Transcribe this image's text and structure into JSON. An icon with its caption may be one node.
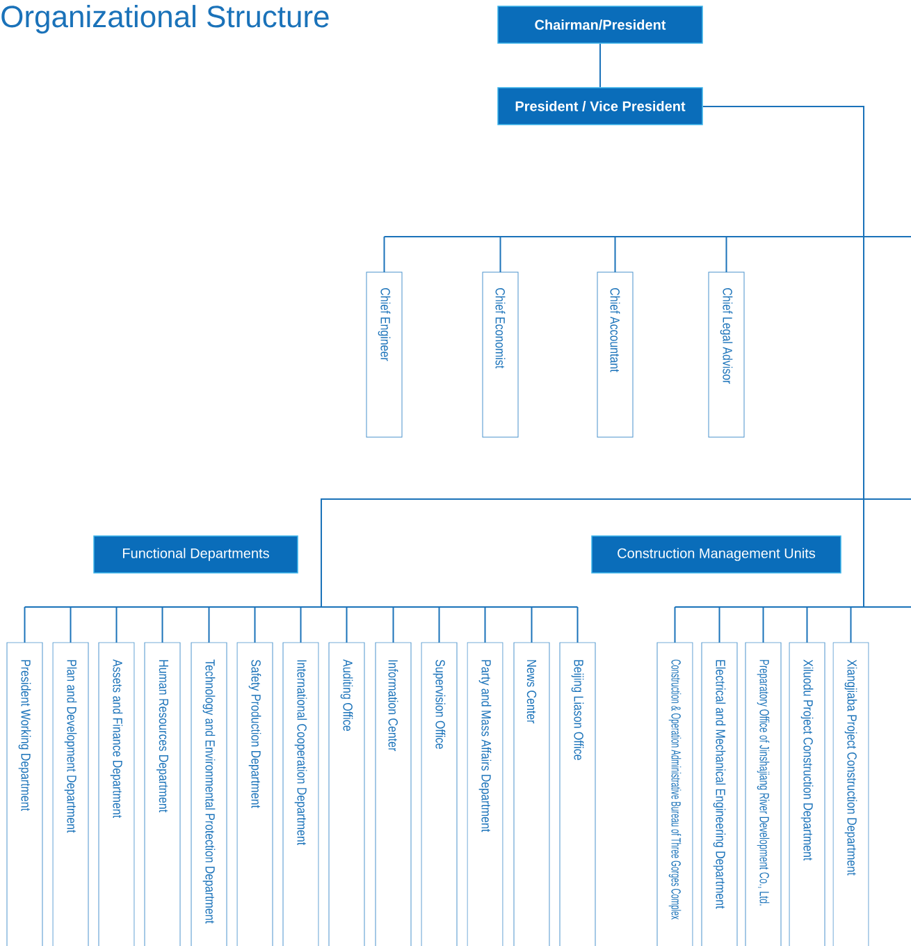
{
  "diagram": {
    "title": "Organizational Structure",
    "nodes": [
      {
        "text": [
          "Chairman/President"
        ]
      },
      {
        "text": [
          "President / Vice President"
        ]
      },
      {
        "text": [
          "Chief Engineer"
        ]
      },
      {
        "text": [
          "Chief Economist"
        ]
      },
      {
        "text": [
          "Chief Accountant"
        ]
      },
      {
        "text": [
          "Chief Legal Advisor"
        ]
      },
      {
        "text": [
          "Functional Departments"
        ]
      },
      {
        "text": [
          "Construction Management Units"
        ]
      },
      {
        "text": [
          "President Working Department"
        ]
      },
      {
        "text": [
          "Plan and Development Department"
        ]
      },
      {
        "text": [
          "Assets and Finance Department"
        ]
      },
      {
        "text": [
          "Human Resources Department"
        ]
      },
      {
        "text": [
          "Technology and Environmental Protection Department"
        ]
      },
      {
        "text": [
          "Safety Production Department"
        ]
      },
      {
        "text": [
          "International Cooperation Department"
        ]
      },
      {
        "text": [
          "Auditing Office"
        ]
      },
      {
        "text": [
          "Information Center"
        ]
      },
      {
        "text": [
          "Supervision Office"
        ]
      },
      {
        "text": [
          "Party and Mass Affairs Department"
        ]
      },
      {
        "text": [
          "News Center"
        ]
      },
      {
        "text": [
          "Beijing Liason Office"
        ]
      },
      {
        "text": [
          "Construction & Operation Administrative Bureau of Three Gorges Complex"
        ]
      },
      {
        "text": [
          "Electrical and Mechanical Engineering Department"
        ]
      },
      {
        "text": [
          "Preparatory Office of Jinshajiang River Development Co., Ltd."
        ]
      },
      {
        "text": [
          "Xiluodu Project Construction Department"
        ]
      },
      {
        "text": [
          "Xiangjiaba Project Construction Department"
        ]
      }
    ],
    "edges": [
      {
        "from": 0,
        "to": 1,
        "arrow": "none"
      },
      {
        "from": 1,
        "to": 2,
        "arrow": "none"
      },
      {
        "from": 1,
        "to": 3,
        "arrow": "none"
      },
      {
        "from": 1,
        "to": 4,
        "arrow": "none"
      },
      {
        "from": 1,
        "to": 5,
        "arrow": "none"
      },
      {
        "from": 1,
        "to": 8,
        "arrow": "none"
      },
      {
        "from": 1,
        "to": 9,
        "arrow": "none"
      },
      {
        "from": 1,
        "to": 10,
        "arrow": "none"
      },
      {
        "from": 1,
        "to": 11,
        "arrow": "none"
      },
      {
        "from": 1,
        "to": 12,
        "arrow": "none"
      },
      {
        "from": 1,
        "to": 13,
        "arrow": "none"
      },
      {
        "from": 1,
        "to": 14,
        "arrow": "none"
      },
      {
        "from": 1,
        "to": 15,
        "arrow": "none"
      },
      {
        "from": 1,
        "to": 16,
        "arrow": "none"
      },
      {
        "from": 1,
        "to": 17,
        "arrow": "none"
      },
      {
        "from": 1,
        "to": 18,
        "arrow": "none"
      },
      {
        "from": 1,
        "to": 19,
        "arrow": "none"
      },
      {
        "from": 1,
        "to": 20,
        "arrow": "none"
      },
      {
        "from": 1,
        "to": 21,
        "arrow": "none"
      },
      {
        "from": 1,
        "to": 22,
        "arrow": "none"
      },
      {
        "from": 1,
        "to": 23,
        "arrow": "none"
      },
      {
        "from": 1,
        "to": 24,
        "arrow": "none"
      },
      {
        "from": 1,
        "to": 25,
        "arrow": "none"
      },
      {
        "from": 1,
        "to": null,
        "arrow": "none"
      },
      {
        "from": 1,
        "to": null,
        "arrow": "none"
      },
      {
        "from": 1,
        "to": null,
        "arrow": "none"
      }
    ]
  }
}
